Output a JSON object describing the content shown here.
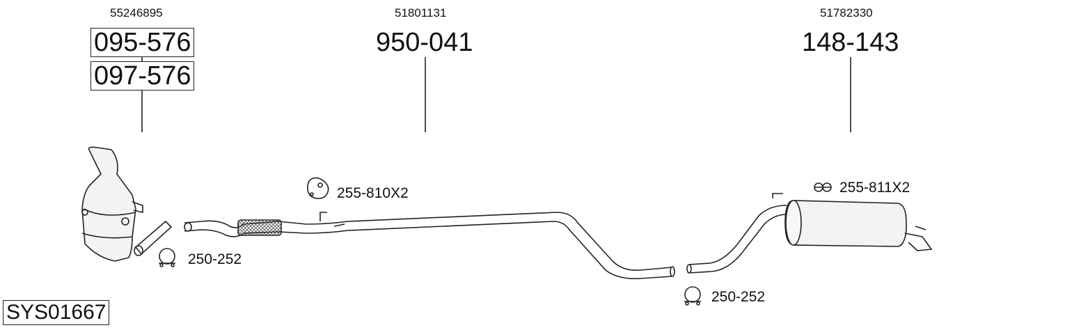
{
  "parts": [
    {
      "oe_number": "55246895",
      "part_numbers": [
        "095-576",
        "097-576"
      ]
    },
    {
      "oe_number": "51801131",
      "part_numbers": [
        "950-041"
      ]
    },
    {
      "oe_number": "51782330",
      "part_numbers": [
        "148-143"
      ]
    }
  ],
  "accessories": [
    {
      "label": "255-810X2",
      "icon": "rubber-hanger-icon"
    },
    {
      "label": "250-252",
      "icon": "pipe-clamp-icon"
    },
    {
      "label": "255-811X2",
      "icon": "rubber-ring-hanger-icon"
    },
    {
      "label": "250-252",
      "icon": "pipe-clamp-icon"
    }
  ],
  "system_id": "SYS01667"
}
